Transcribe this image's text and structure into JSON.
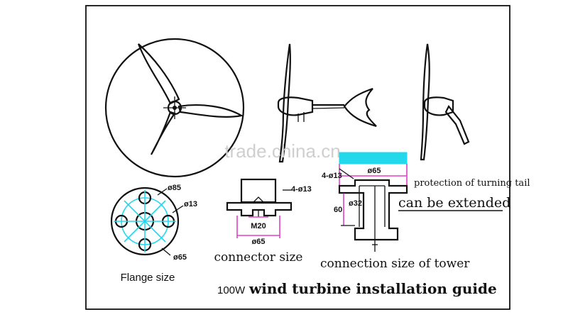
{
  "labels": {
    "watermark": "trade.china.cn",
    "tail_protection": "protection of turning tail",
    "extended": "can be extended",
    "flange_title": "Flange size",
    "connector_title": "connector size",
    "tower_title": "connection size of tower",
    "guide_prefix": "100W",
    "guide_title": "wind turbine installation guide"
  },
  "dims": {
    "flange_outer": "ø85",
    "flange_hole": "ø13",
    "flange_inner": "ø65",
    "conn_holes": "4-ø13",
    "conn_thread": "M20",
    "conn_diam": "ø65",
    "tower_holes": "4-ø13",
    "tower_diam": "ø65",
    "tower_pipe": "ø32",
    "tower_len": "60"
  },
  "colors": {
    "line": "#111111",
    "cyan": "#22d8ea",
    "magenta": "#e040c8",
    "watermark": "#cfcfcf"
  }
}
